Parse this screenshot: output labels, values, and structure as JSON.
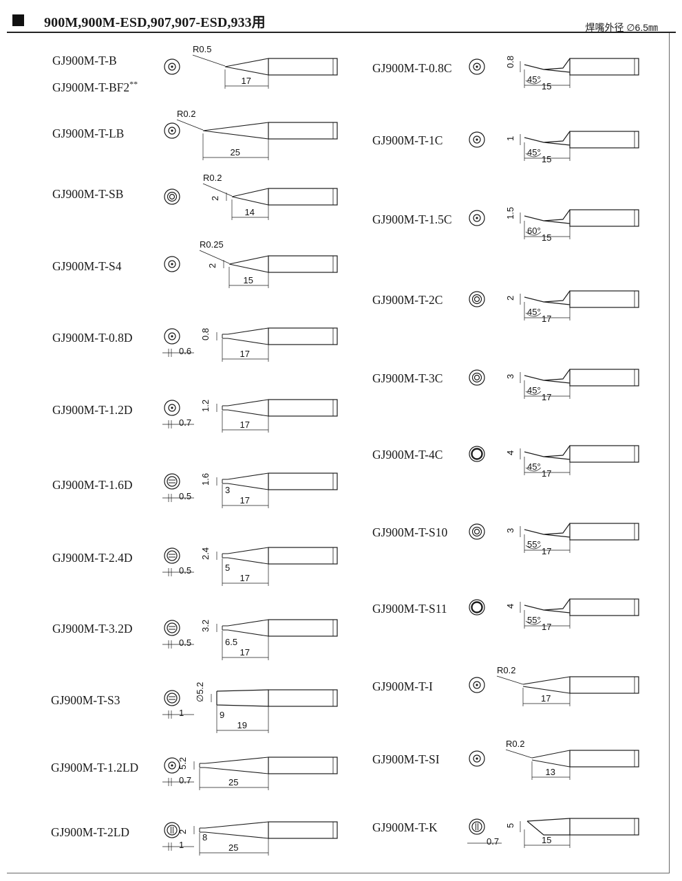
{
  "header": {
    "title": "900M,900M-ESD,907,907-ESD,933用",
    "note": "焊嘴外径 ∅6.5㎜"
  },
  "left": [
    {
      "model": "GJ900M-T-B",
      "model2": "GJ900M-T-BF2",
      "suffix": "**",
      "tip": "conical",
      "tipType": "cone",
      "r": "R0.5",
      "length": "17"
    },
    {
      "model": "GJ900M-T-LB",
      "tipType": "cone",
      "r": "R0.2",
      "length": "25"
    },
    {
      "model": "GJ900M-T-SB",
      "tipType": "short",
      "r": "R0.2",
      "d": "2",
      "length": "14"
    },
    {
      "model": "GJ900M-T-S4",
      "tipType": "short",
      "r": "R0.25",
      "d": "2",
      "length": "15"
    },
    {
      "model": "GJ900M-T-0.8D",
      "tipType": "chisel",
      "d": "0.8",
      "t": "0.6",
      "length": "17"
    },
    {
      "model": "GJ900M-T-1.2D",
      "tipType": "chisel",
      "d": "1.2",
      "t": "0.7",
      "length": "17"
    },
    {
      "model": "GJ900M-T-1.6D",
      "tipType": "chisel",
      "d": "1.6",
      "t": "0.5",
      "a": "3",
      "length": "17"
    },
    {
      "model": "GJ900M-T-2.4D",
      "tipType": "chisel",
      "d": "2.4",
      "t": "0.5",
      "a": "5",
      "length": "17"
    },
    {
      "model": "GJ900M-T-3.2D",
      "tipType": "chisel",
      "d": "3.2",
      "t": "0.5",
      "a": "6.5",
      "length": "17"
    },
    {
      "model": "GJ900M-T-S3",
      "tipType": "blade",
      "d": "∅5.2",
      "t": "1",
      "a": "9",
      "length": "19"
    },
    {
      "model": "GJ900M-T-1.2LD",
      "tipType": "chisel",
      "d": "5.2",
      "t": "0.7",
      "length": "25"
    },
    {
      "model": "GJ900M-T-2LD",
      "tipType": "chisel",
      "d": "2",
      "t": "1",
      "a": "8",
      "length": "25"
    }
  ],
  "right": [
    {
      "model": "GJ900M-T-0.8C",
      "tipType": "bevel",
      "d": "0.8",
      "angle": "45°",
      "length": "15"
    },
    {
      "model": "GJ900M-T-1C",
      "tipType": "bevel",
      "d": "1",
      "angle": "45°",
      "length": "15"
    },
    {
      "model": "GJ900M-T-1.5C",
      "tipType": "bevel",
      "d": "1.5",
      "angle": "60°",
      "length": "15"
    },
    {
      "model": "GJ900M-T-2C",
      "tipType": "bevel",
      "d": "2",
      "angle": "45°",
      "length": "17"
    },
    {
      "model": "GJ900M-T-3C",
      "tipType": "bevel",
      "d": "3",
      "angle": "45°",
      "length": "17"
    },
    {
      "model": "GJ900M-T-4C",
      "tipType": "bevel",
      "d": "4",
      "angle": "45°",
      "length": "17"
    },
    {
      "model": "GJ900M-T-S10",
      "tipType": "bevel",
      "d": "3",
      "angle": "55°",
      "length": "17"
    },
    {
      "model": "GJ900M-T-S11",
      "tipType": "bevel",
      "d": "4",
      "angle": "55°",
      "length": "17"
    },
    {
      "model": "GJ900M-T-I",
      "tipType": "needle",
      "r": "R0.2",
      "length": "17"
    },
    {
      "model": "GJ900M-T-SI",
      "tipType": "needle",
      "r": "R0.2",
      "length": "13"
    },
    {
      "model": "GJ900M-T-K",
      "tipType": "knife",
      "d": "5",
      "t": "0.7",
      "length": "15"
    }
  ]
}
